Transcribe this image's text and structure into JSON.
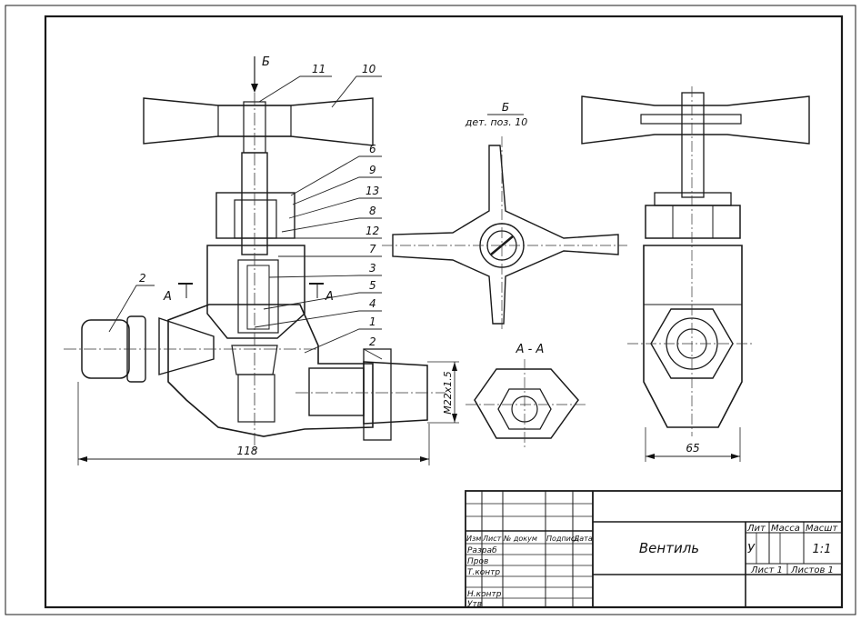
{
  "views": {
    "section_marker_top": "Б",
    "section_marker_view_title": "Б",
    "section_marker_view_sub": "дет. поз. 10",
    "section_AA_title": "А - А",
    "cut_left": "А",
    "cut_right": "А"
  },
  "part_numbers": [
    "11",
    "10",
    "6",
    "9",
    "13",
    "8",
    "12",
    "7",
    "3",
    "5",
    "4",
    "1",
    "2",
    "2"
  ],
  "dimensions": {
    "overall_length": "118",
    "thread": "M22x1.5",
    "width": "65"
  },
  "title_block": {
    "name": "Вентиль",
    "headers": [
      "Изм",
      "Лист",
      "№ докум",
      "Подпись",
      "Дата"
    ],
    "rows": [
      "Разраб",
      "Пров",
      "Т.контр",
      "Н.контр",
      "Утв"
    ],
    "lit_label": "Лит",
    "mass_label": "Масса",
    "scale_label": "Масшт",
    "lit_value": "У",
    "scale_value": "1:1",
    "sheet_label": "Лист 1",
    "sheets_label": "Листов 1"
  }
}
